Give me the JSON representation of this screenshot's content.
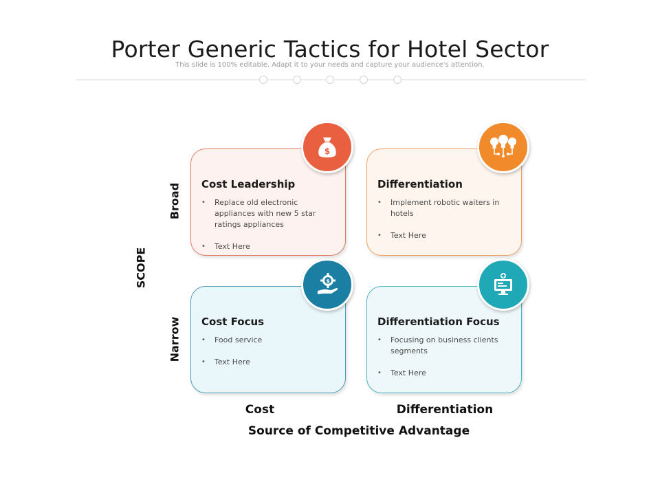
{
  "title": "Porter Generic Tactics for Hotel Sector",
  "subtitle": "This slide is 100% editable. Adapt it to your needs and capture your audience's attention.",
  "axes": {
    "y_title": "SCOPE",
    "y_top": "Broad",
    "y_bottom": "Narrow",
    "x_left": "Cost",
    "x_right": "Differentiation",
    "x_title": "Source of Competitive Advantage"
  },
  "quadrants": [
    {
      "title": "Cost Leadership",
      "bullets": [
        "Replace old electronic appliances with new 5 star ratings appliances",
        "Text Here"
      ],
      "icon": "money-bag-icon",
      "color": "#e8603f"
    },
    {
      "title": "Differentiation",
      "bullets": [
        "Implement robotic waiters in hotels",
        "Text Here"
      ],
      "icon": "light-bulbs-icon",
      "color": "#f08a2a"
    },
    {
      "title": "Cost Focus",
      "bullets": [
        "Food service",
        "Text Here"
      ],
      "icon": "hand-gear-icon",
      "color": "#1b7fa3"
    },
    {
      "title": "Differentiation Focus",
      "bullets": [
        "Focusing on business clients segments",
        "Text Here"
      ],
      "icon": "monitor-icon",
      "color": "#1fa8b5"
    }
  ],
  "colors": {
    "orange": "#e8603f",
    "amber": "#f08a2a",
    "teal": "#1b7fa3",
    "aqua": "#1fa8b5"
  }
}
